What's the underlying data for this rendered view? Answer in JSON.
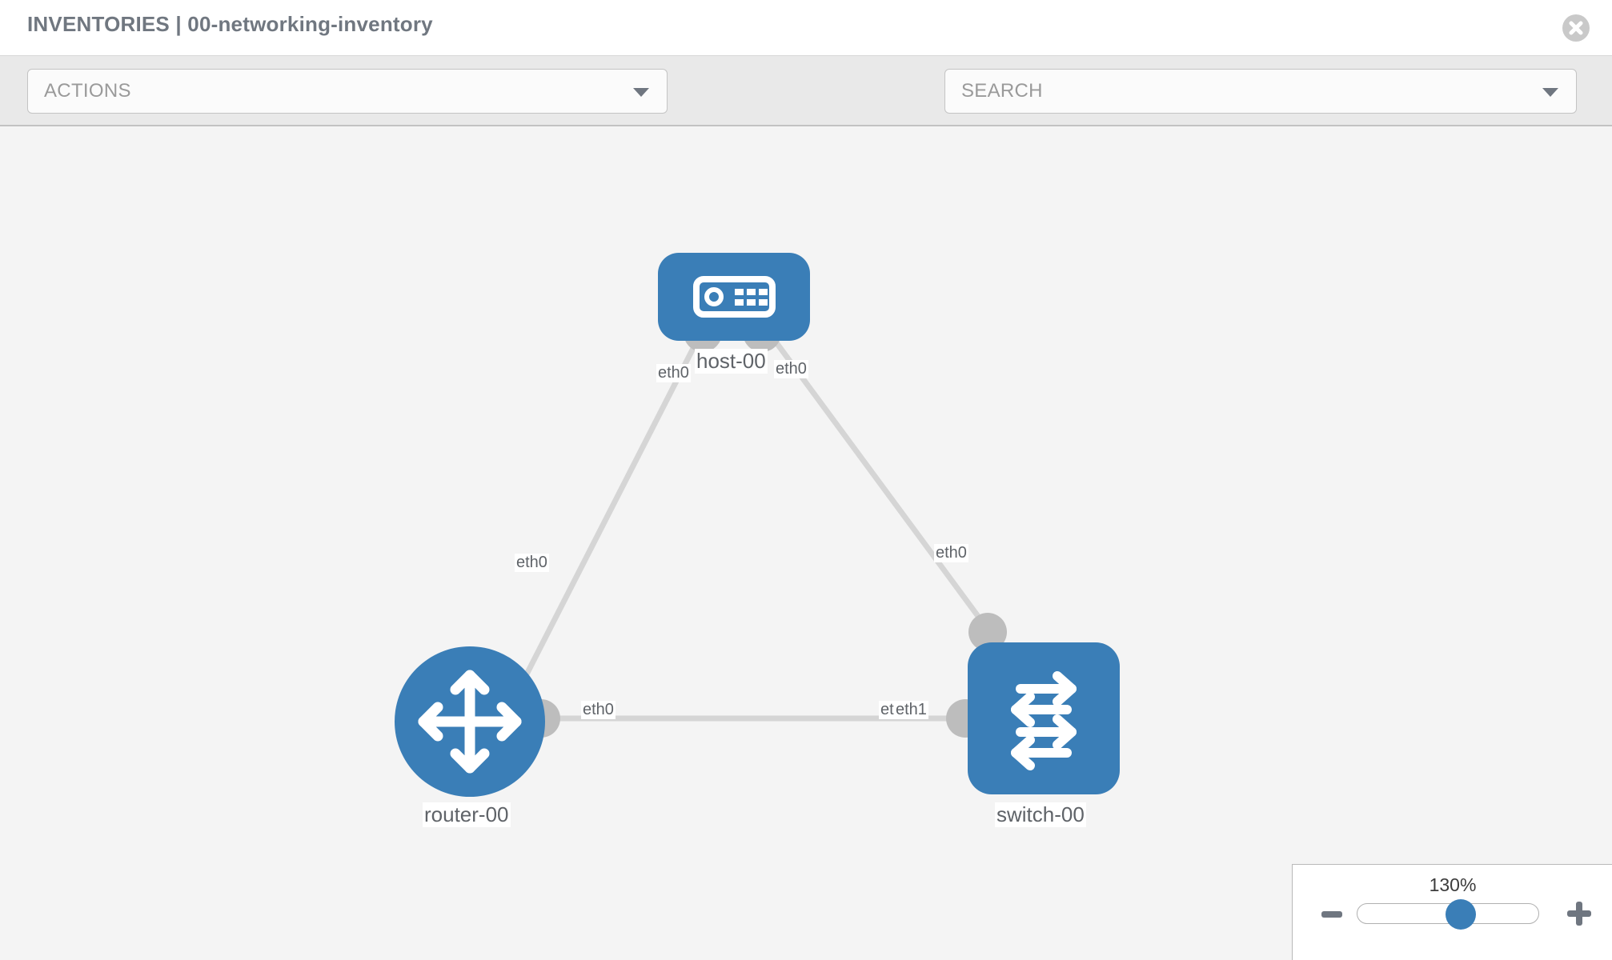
{
  "header": {
    "title": "INVENTORIES | 00-networking-inventory",
    "close_icon": "close-circle-icon"
  },
  "toolbar": {
    "actions": {
      "label": "ACTIONS",
      "caret_icon": "chevron-down-icon"
    },
    "search": {
      "placeholder": "SEARCH",
      "value": "SEARCH",
      "caret_icon": "chevron-down-icon"
    },
    "wrench_icon": "wrench-icon",
    "key_icon": "key-icon"
  },
  "topology": {
    "nodes": [
      {
        "id": "host-00",
        "label": "host-00",
        "icon": "server-icon",
        "type": "host",
        "color": "#3a7eb7"
      },
      {
        "id": "router-00",
        "label": "router-00",
        "icon": "router-icon",
        "type": "router",
        "color": "#3a7eb7"
      },
      {
        "id": "switch-00",
        "label": "switch-00",
        "icon": "switch-icon",
        "type": "switch",
        "color": "#3a7eb7"
      }
    ],
    "edges": [
      {
        "from": "host-00",
        "to": "router-00",
        "from_label": "eth0",
        "to_label": "eth0"
      },
      {
        "from": "host-00",
        "to": "switch-00",
        "from_label": "eth0",
        "to_label": "eth0"
      },
      {
        "from": "router-00",
        "to": "switch-00",
        "from_label": "eth0",
        "to_label": "eth1",
        "to_label_hidden": "eth0"
      }
    ],
    "labels": {
      "host_left_eth": "eth0",
      "host_right_eth": "eth0",
      "router_up_eth": "eth0",
      "switch_up_eth": "eth0",
      "router_right_eth": "eth0",
      "switch_left_eth_hidden": "eth0",
      "switch_left_eth": "eth1"
    },
    "edge_color": "#d5d5d5",
    "endpoint_color": "#bdbdbd"
  },
  "zoom_control": {
    "value": "130%",
    "minus_icon": "minus-icon",
    "plus_icon": "plus-icon",
    "thumb_position_pct": 58
  }
}
